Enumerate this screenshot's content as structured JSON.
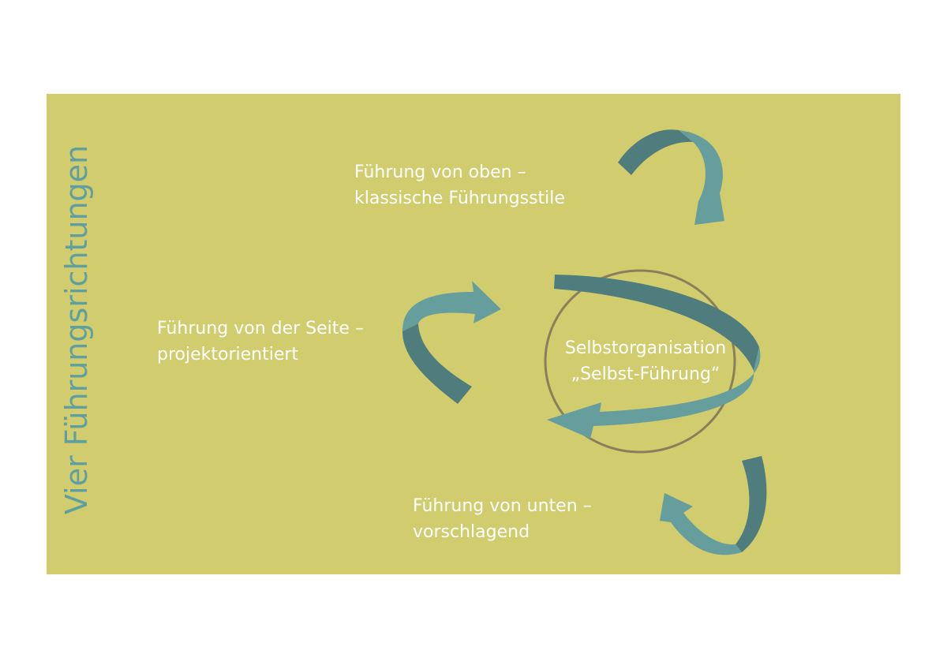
{
  "title": "Vier Führungsrichtungen",
  "labels": {
    "top": [
      "Führung von oben  –",
      "klassische Führungsstile"
    ],
    "side": [
      "Führung von der Seite –",
      "projektorientiert"
    ],
    "bottom": [
      "Führung von unten –",
      "vorschlagend"
    ],
    "center": [
      "Selbstorganisation",
      "„Selbst-Führung“"
    ]
  },
  "colors": {
    "background": "#d1cc6d",
    "arrow_light": "#669e9e",
    "arrow_dark": "#4f7d7d",
    "circle_stroke": "#8a7f5c",
    "title": "#5f9f9f",
    "text": "#ffffff"
  }
}
